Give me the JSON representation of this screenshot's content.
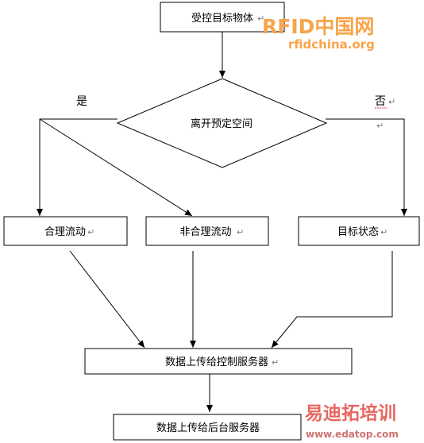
{
  "nodes": {
    "start": "受控目标物体",
    "decision": "离开预定空间",
    "reasonable": "合理流动",
    "unreasonable": "非合理流动",
    "status": "目标状态",
    "upload_control": "数据上传给控制服务器",
    "upload_backend": "数据上传给后台服务器"
  },
  "labels": {
    "yes": "是",
    "no": "否",
    "paragraph_mark": "↵"
  },
  "watermarks": {
    "top_line1": "RFID中国网",
    "top_line2": "rfidchina.org",
    "bottom_line1": "易迪拓培训",
    "bottom_line2": "www.edatop.com"
  },
  "colors": {
    "line": "#000000",
    "watermark_orange": "#f7a44a",
    "watermark_red": "#e0352e"
  }
}
